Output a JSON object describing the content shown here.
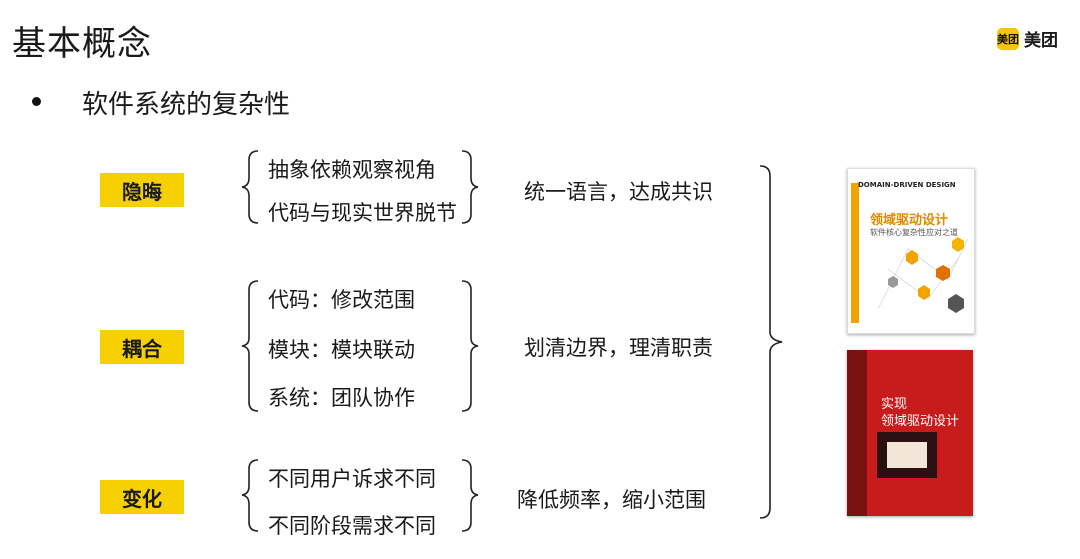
{
  "page": {
    "title": "基本概念",
    "logo": {
      "mark": "美团",
      "text": "美团"
    },
    "subtitle": "软件系统的复杂性"
  },
  "groups": [
    {
      "tag": "隐晦",
      "items": [
        "抽象依赖观察视角",
        "代码与现实世界脱节"
      ],
      "goal": "统一语言，达成共识"
    },
    {
      "tag": "耦合",
      "items": [
        "代码：修改范围",
        "模块：模块联动",
        "系统：团队协作"
      ],
      "goal": "划清边界，理清职责"
    },
    {
      "tag": "变化",
      "items": [
        "不同用户诉求不同",
        "不同阶段需求不同"
      ],
      "goal": "降低频率，缩小范围"
    }
  ],
  "books": [
    {
      "en_title": "DOMAIN-DRIVEN DESIGN",
      "title": "领域驱动设计",
      "subtitle": "软件核心复杂性应对之道"
    },
    {
      "title_line1": "实现",
      "title_line2": "领域驱动设计"
    }
  ],
  "colors": {
    "tag_bg": "#f7d000",
    "logo_bg": "#f7c600"
  }
}
